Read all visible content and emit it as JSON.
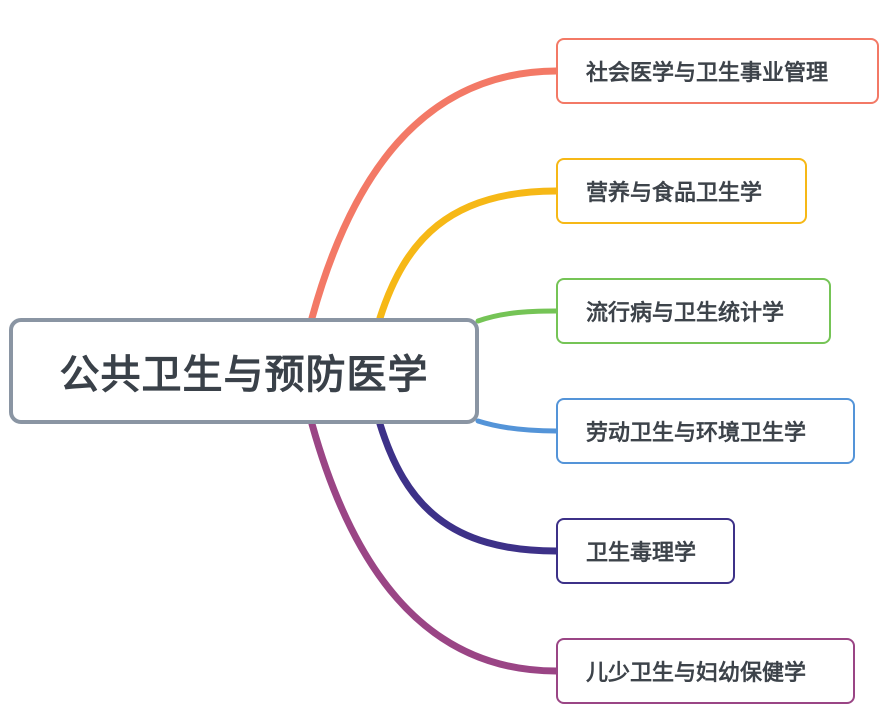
{
  "root": {
    "label": "公共卫生与预防医学",
    "border_color": "#8a95a3"
  },
  "branches": [
    {
      "label": "社会医学与卫生事业管理",
      "color": "#f37966"
    },
    {
      "label": "营养与食品卫生学",
      "color": "#f6b816"
    },
    {
      "label": "流行病与卫生统计学",
      "color": "#75c456"
    },
    {
      "label": "劳动卫生与环境卫生学",
      "color": "#5494d8"
    },
    {
      "label": "卫生毒理学",
      "color": "#3d3188"
    },
    {
      "label": "儿少卫生与妇幼保健学",
      "color": "#9a4585"
    }
  ]
}
